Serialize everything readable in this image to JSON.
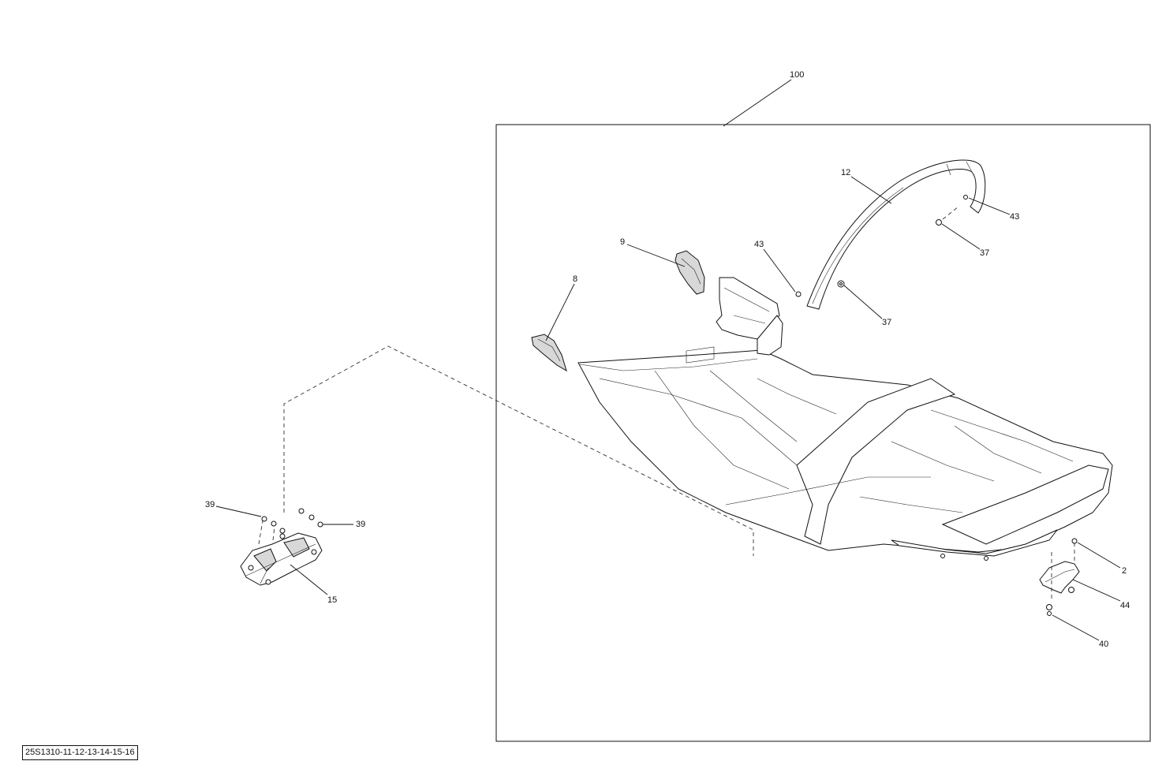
{
  "document_id": "25S1310-11-12-13-14-15-16",
  "callouts": {
    "c100": "100",
    "c12": "12",
    "c43a": "43",
    "c37a": "37",
    "c9": "9",
    "c43b": "43",
    "c37b": "37",
    "c8": "8",
    "c39a": "39",
    "c39b": "39",
    "c15": "15",
    "c2": "2",
    "c44": "44",
    "c40": "40"
  }
}
